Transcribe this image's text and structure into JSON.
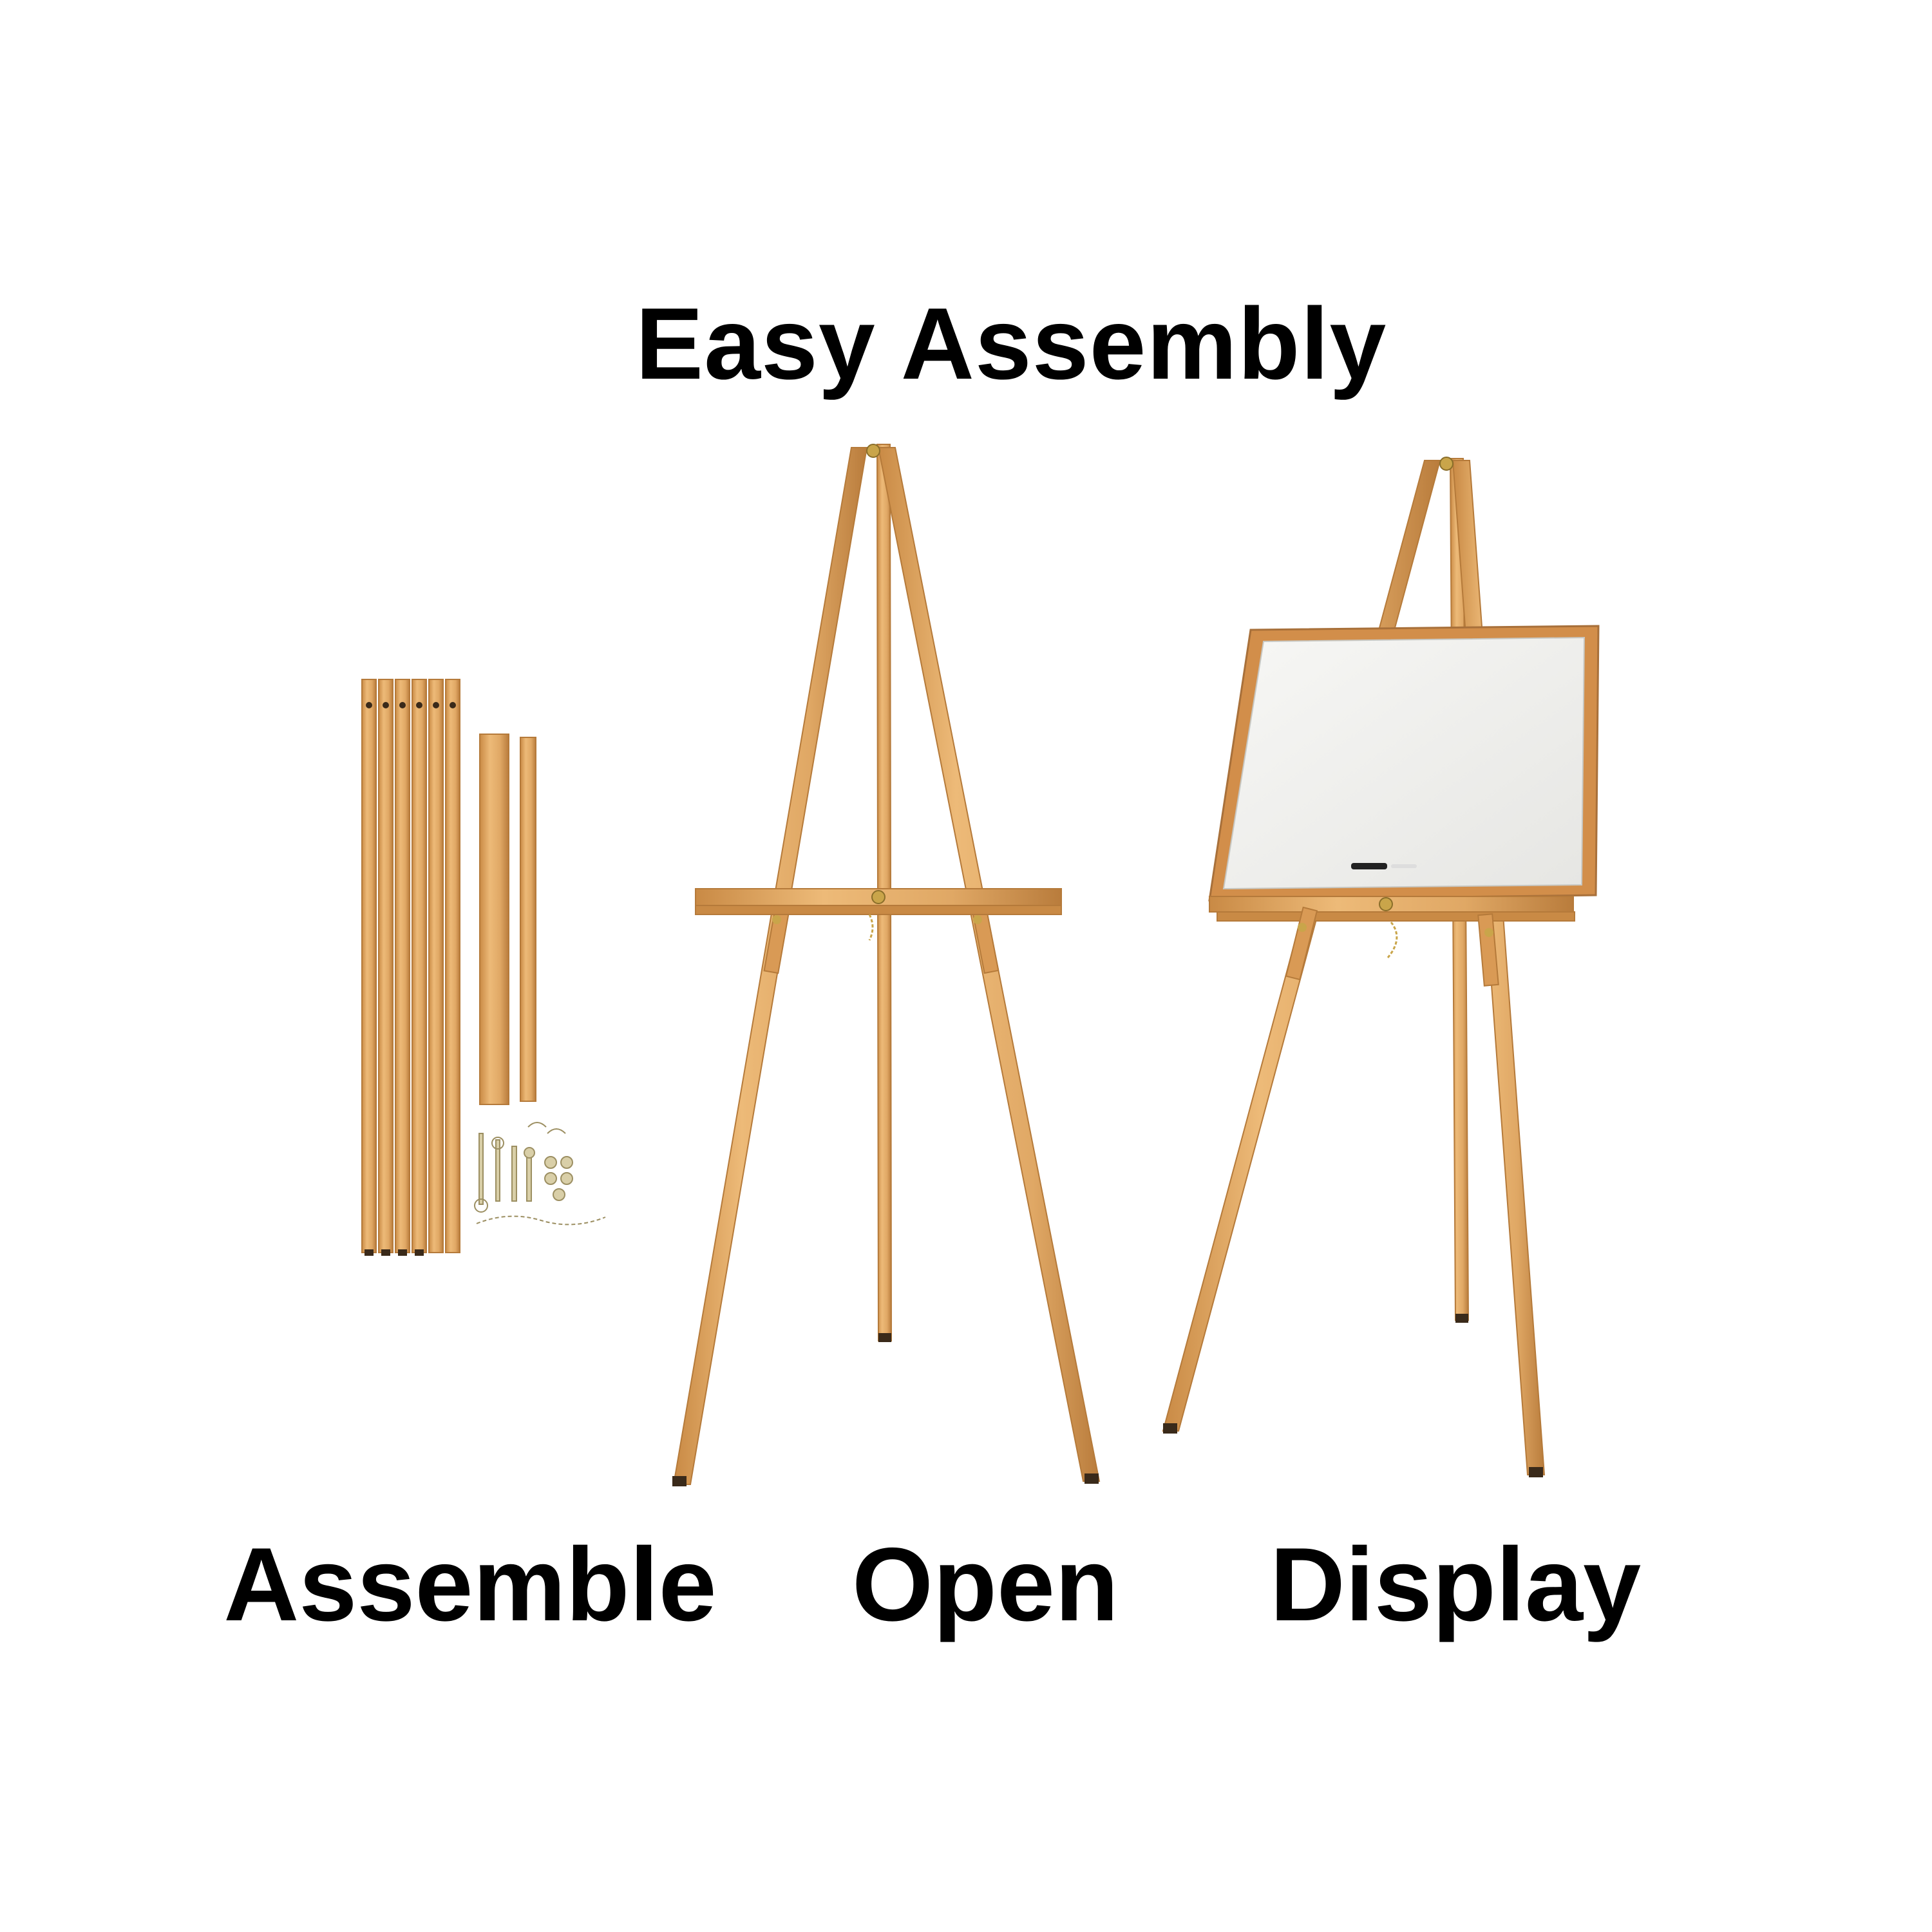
{
  "title": "Easy Assembly",
  "steps": [
    {
      "label": "Assemble"
    },
    {
      "label": "Open"
    },
    {
      "label": "Display"
    }
  ],
  "colors": {
    "wood": "#E3AA66",
    "wood_dark": "#C98A45",
    "wood_shadow": "#B77A3A",
    "board_surface": "#F1F1EF",
    "brass": "#C9A54A",
    "text": "#000000",
    "background": "#FFFFFF"
  },
  "icons": {
    "parts": "disassembled-easel-parts-illustration",
    "open": "open-easel-illustration",
    "display": "easel-with-whiteboard-illustration"
  }
}
